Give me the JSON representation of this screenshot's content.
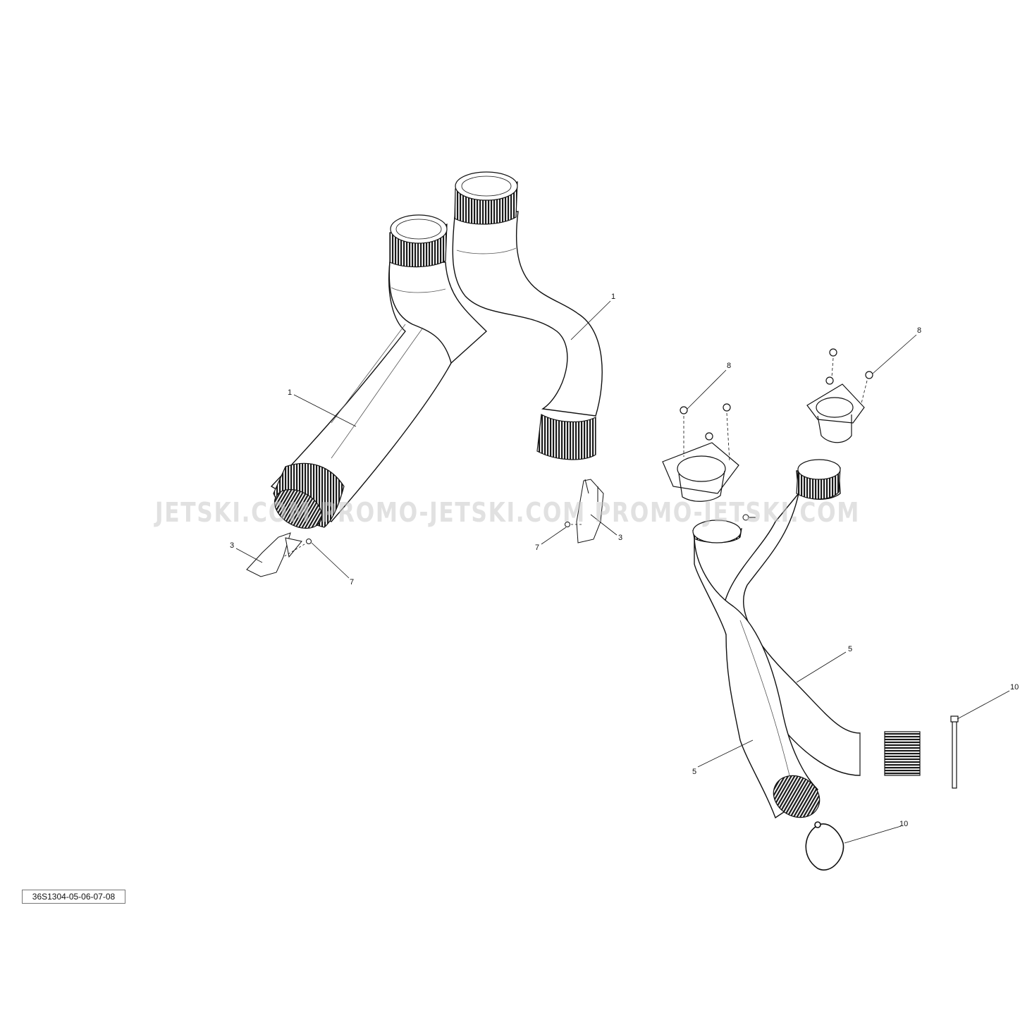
{
  "diagram": {
    "reference_code": "36S1304-05-06-07-08",
    "watermark": "JETSKI.COM PROMO-JETSKI.COM PROMO-JETSKI.COM",
    "callouts": {
      "p1_upper": "1",
      "p1_lower": "1",
      "p3_left": "3",
      "p3_right": "3",
      "p5_upper": "5",
      "p5_lower": "5",
      "p7_left": "7",
      "p7_right": "7",
      "p8_left": "8",
      "p8_right": "8",
      "p10_rod": "10",
      "p10_ring": "10"
    }
  }
}
